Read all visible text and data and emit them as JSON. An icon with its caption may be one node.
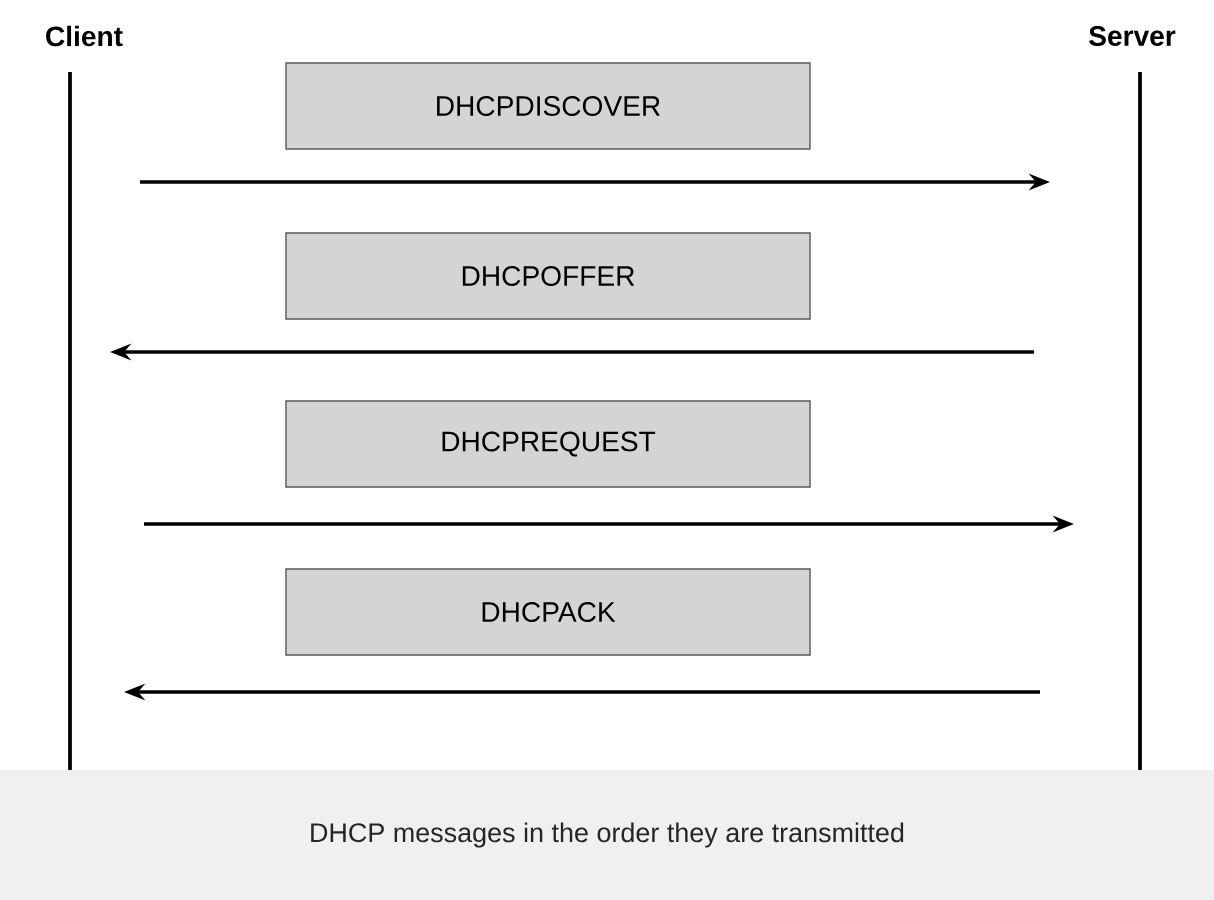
{
  "diagram": {
    "caption": "DHCP messages in the order they are transmitted",
    "nodes": [
      {
        "text": [
          "Client"
        ]
      },
      {
        "text": [
          "Server"
        ]
      },
      {
        "text": [
          "DHCPDISCOVER"
        ]
      },
      {
        "text": [
          "DHCPOFFER"
        ]
      },
      {
        "text": [
          "DHCPREQUEST"
        ]
      },
      {
        "text": [
          "DHCPACK"
        ]
      }
    ],
    "edges": [
      {
        "from": 0,
        "to": 1,
        "arrow": "to"
      },
      {
        "from": 1,
        "to": 0,
        "arrow": "to"
      },
      {
        "from": 0,
        "to": 1,
        "arrow": "to"
      },
      {
        "from": 1,
        "to": 0,
        "arrow": "to"
      }
    ]
  }
}
